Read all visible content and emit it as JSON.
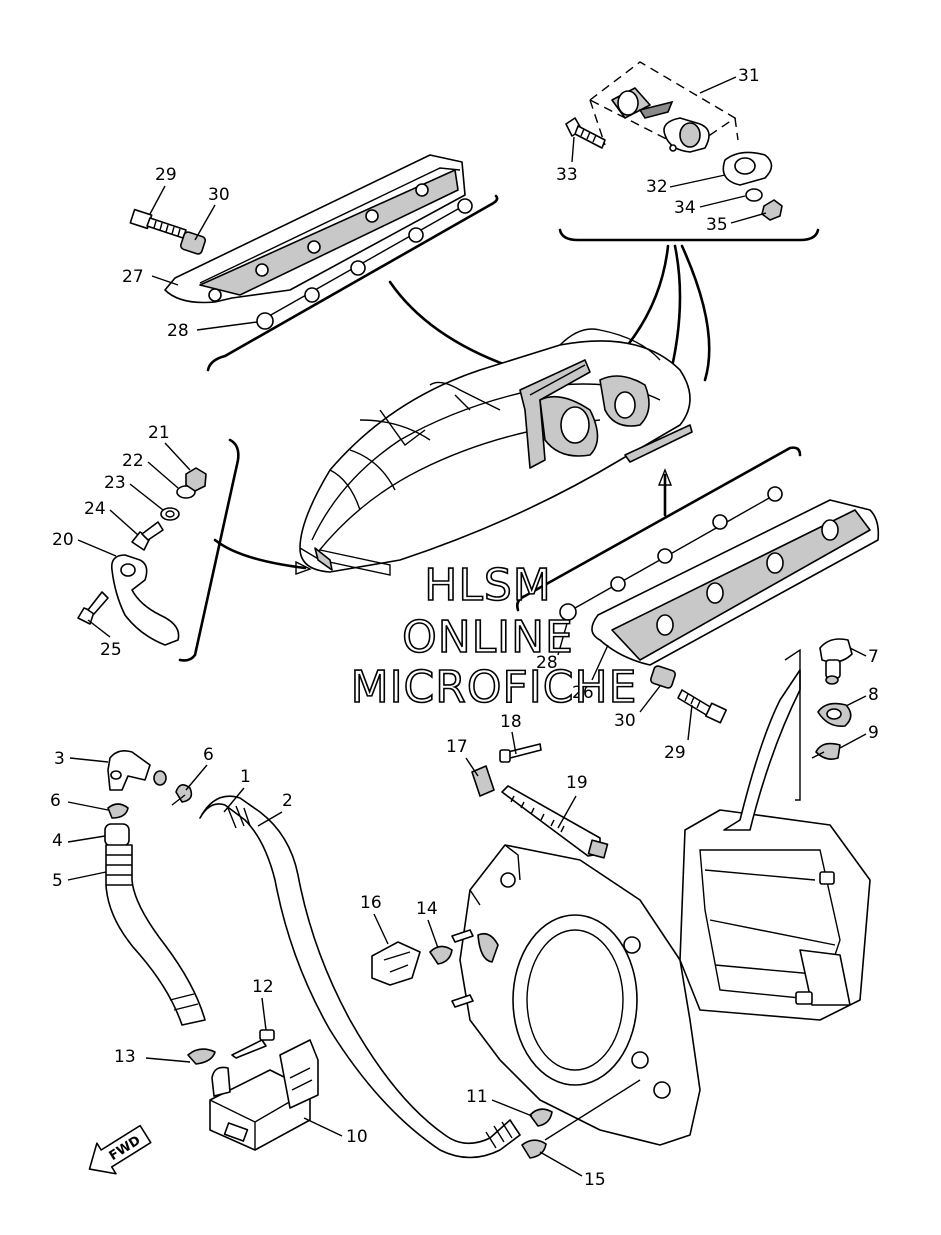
{
  "watermark": {
    "line1": "HLSM",
    "line2": "ONLINE",
    "line3": "MICROFICHE"
  },
  "direction_label": "FWD",
  "callouts": {
    "c1": "1",
    "c2": "2",
    "c3": "3",
    "c4": "4",
    "c5": "5",
    "c6a": "6",
    "c6b": "6",
    "c7": "7",
    "c8": "8",
    "c9": "9",
    "c10": "10",
    "c11": "11",
    "c12": "12",
    "c13": "13",
    "c14": "14",
    "c15": "15",
    "c16": "16",
    "c17": "17",
    "c18": "18",
    "c19": "19",
    "c20": "20",
    "c21": "21",
    "c22": "22",
    "c23": "23",
    "c24": "24",
    "c25": "25",
    "c26": "26",
    "c27": "27",
    "c28a": "28",
    "c28b": "28",
    "c29a": "29",
    "c29b": "29",
    "c30a": "30",
    "c30b": "30",
    "c31": "31",
    "c32": "32",
    "c33": "33",
    "c34": "34",
    "c35": "35"
  }
}
